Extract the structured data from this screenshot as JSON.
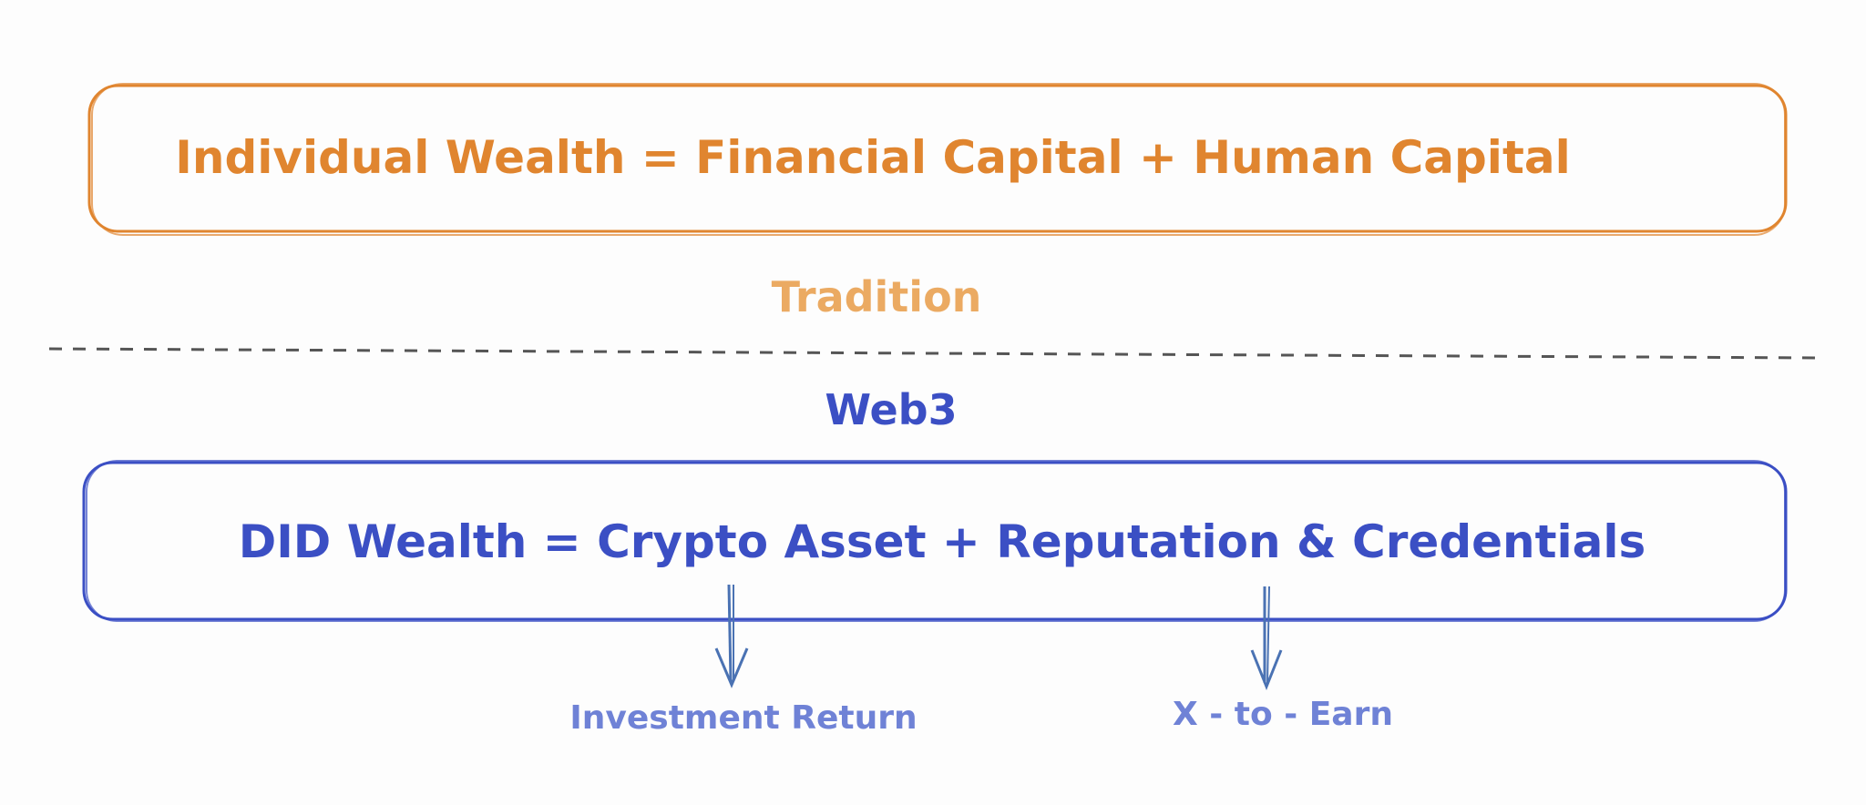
{
  "tradition_box": {
    "equation": "Individual Wealth = Financial Capital + Human Capital"
  },
  "tradition_label": "Tradition",
  "web3_label": "Web3",
  "web3_box": {
    "equation": "DID Wealth = Crypto Asset + Reputation & Credentials"
  },
  "outcomes": {
    "left": "Investment Return",
    "right": "X - to - Earn"
  },
  "colors": {
    "tradition": "#e0852f",
    "tradition_label": "#ebaa62",
    "web3": "#3b4fc4",
    "web3_outcome": "#6f82d6",
    "arrow": "#4a72b3",
    "divider": "#555555",
    "background": "#fdfdfd"
  }
}
